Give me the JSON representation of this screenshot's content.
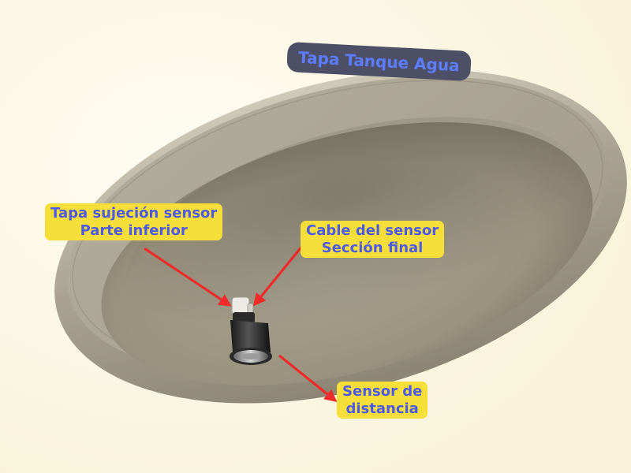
{
  "title": "Tapa Tanque Agua",
  "labels": {
    "mount": {
      "line1": "Tapa sujeción sensor",
      "line2": "Parte inferior"
    },
    "cable": {
      "line1": "Cable del sensor",
      "line2": "Sección final"
    },
    "sensor": {
      "line1": "Sensor de",
      "line2": "distancia"
    }
  },
  "colors": {
    "label_bg": "#f7df3a",
    "label_text": "#4d5ae8",
    "title_bg": "#4c4f66",
    "title_text": "#5d7cff",
    "arrow": "#ef2b2b",
    "lid": "#a39c8a"
  }
}
